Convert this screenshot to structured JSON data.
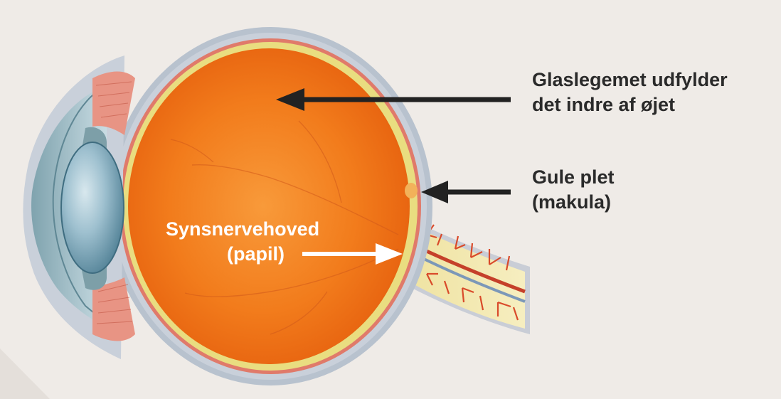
{
  "labels": {
    "vitreous": {
      "line1": "Glaslegemet udfylder",
      "line2": "det indre af øjet"
    },
    "macula": {
      "line1": "Gule plet",
      "line2": "(makula)"
    },
    "optic_disc": {
      "line1": "Synsnervehoved",
      "line2": "(papil)"
    }
  },
  "colors": {
    "background": "#efebe7",
    "vitreous_orange": "#f07a18",
    "sclera": "#b9c3d0",
    "retina_yellow": "#e8dc78",
    "lens_blue": "#8fb1c2",
    "vessel_red": "#d94a2a",
    "label_dark": "#2a2a2a",
    "label_light": "#ffffff",
    "arrow_dark": "#222222",
    "arrow_light": "#ffffff"
  }
}
